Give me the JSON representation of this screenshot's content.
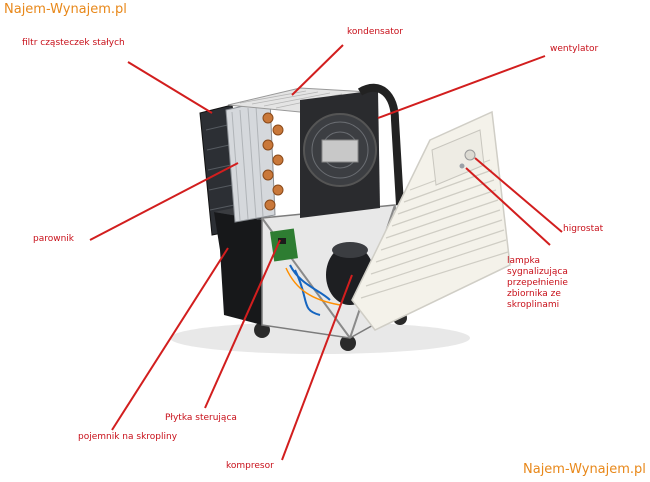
{
  "watermarks": {
    "top": "Najem-Wynajem.pl",
    "bottom": "Najem-Wynajem.pl"
  },
  "labels": {
    "filtr": "filtr cząsteczek stałych",
    "kondensator": "kondensator",
    "wentylator": "wentylator",
    "higrostat": "higrostat",
    "parownik": "parownik",
    "lampka": [
      "lampka",
      "sygnalizująca",
      "przepełnienie",
      "zbiornika ze",
      "skroplinami"
    ],
    "plytka": "Płytka sterująca",
    "pojemnik": "pojemnik na skropliny",
    "kompresor": "kompresor"
  },
  "colors": {
    "label": "#c8101a",
    "watermark": "#e8881a",
    "leader_line": "#d21e1e"
  }
}
